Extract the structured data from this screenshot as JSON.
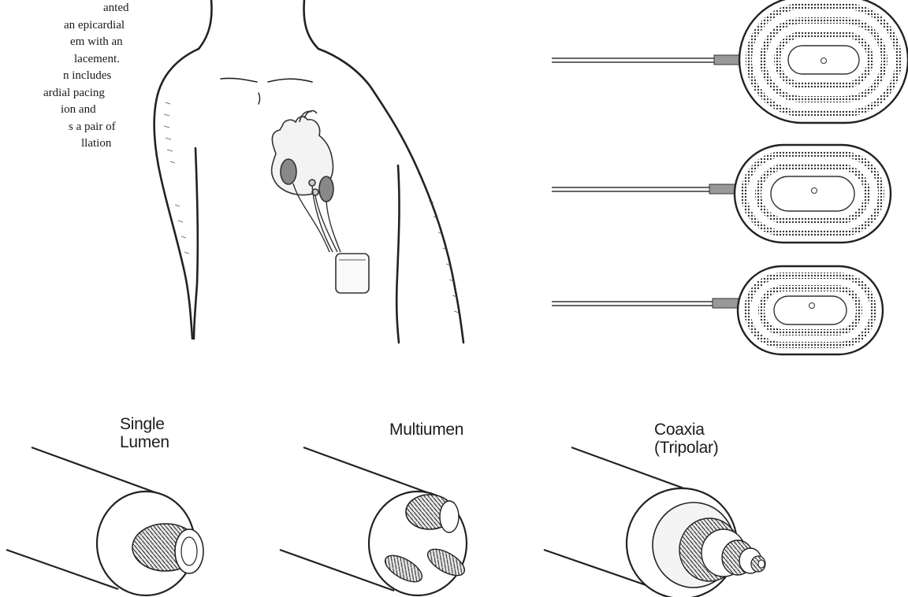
{
  "caption": {
    "lines": [
      "anted",
      "an epicardial",
      "em with an",
      "lacement.",
      "n includes",
      "ardial pacing",
      "ion and",
      "s a pair of",
      "llation"
    ]
  },
  "lead_types": [
    {
      "line1": "Single",
      "line2": "Lumen"
    },
    {
      "line1": "Multiumen",
      "line2": ""
    },
    {
      "line1": "Coaxia",
      "line2": "(Tripolar)"
    }
  ],
  "icons": [
    "torso-illustration",
    "heart-icon",
    "pulse-generator-icon",
    "patch-electrode-icon",
    "lead-cross-section-icon"
  ]
}
